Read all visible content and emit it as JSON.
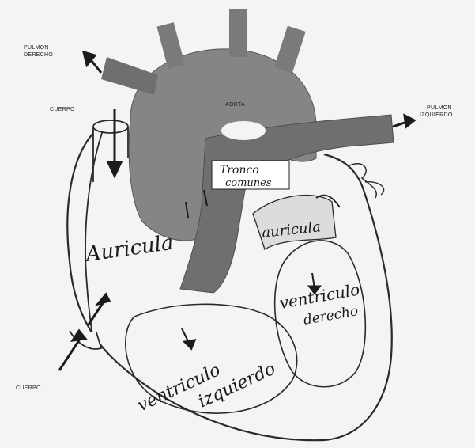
{
  "labels": {
    "pulmon_derecho_1": "PULMON",
    "pulmon_derecho_2": "DERECHO",
    "cuerpo_top": "CUERPO",
    "aorta": "AORTA",
    "pulmon_izquierdo_1": "PULMON",
    "pulmon_izquierdo_2": "IZQUIERDO",
    "cuerpo_bottom": "CUERPO"
  },
  "handwritten": {
    "tronco_1": "Tronco",
    "tronco_2": "comunes",
    "auricula_der": "Auricula",
    "auricula_izq": "auricula",
    "ventriculo_der_1": "ventriculo",
    "ventriculo_der_2": "derecho",
    "ventriculo_izq_1": "ventriculo",
    "ventriculo_izq_2": "izquierdo"
  },
  "colors": {
    "vessel": "#6f6f6f",
    "aorta": "#858585",
    "outline": "#2a2a2a",
    "background": "#f4f4f4"
  }
}
